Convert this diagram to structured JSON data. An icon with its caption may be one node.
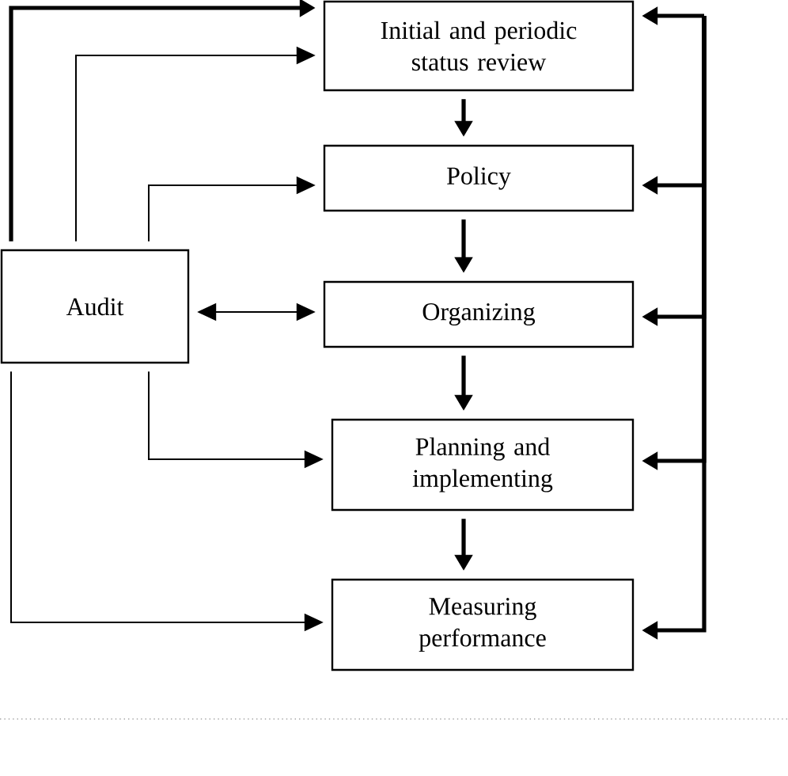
{
  "diagram": {
    "nodes": [
      {
        "text": [
          "Initial and periodic status review"
        ]
      },
      {
        "text": [
          "Policy"
        ]
      },
      {
        "text": [
          "Organizing"
        ]
      },
      {
        "text": [
          "Planning and implementing"
        ]
      },
      {
        "text": [
          "Measuring performance"
        ]
      },
      {
        "text": [
          "Audit"
        ]
      }
    ],
    "edges": [
      {
        "from": 5,
        "to": 0,
        "arrow": "to"
      },
      {
        "from": 5,
        "to": 0,
        "arrow": "to"
      },
      {
        "from": 5,
        "to": 1,
        "arrow": "to"
      },
      {
        "from": 5,
        "to": 2,
        "arrow": "both"
      },
      {
        "from": 5,
        "to": 3,
        "arrow": "to"
      },
      {
        "from": 5,
        "to": 4,
        "arrow": "to"
      },
      {
        "from": 0,
        "to": 1,
        "arrow": "to"
      },
      {
        "from": 1,
        "to": 2,
        "arrow": "to"
      },
      {
        "from": 2,
        "to": 3,
        "arrow": "to"
      },
      {
        "from": 3,
        "to": 4,
        "arrow": "to"
      },
      {
        "from": null,
        "to": 0,
        "arrow": "to"
      },
      {
        "from": null,
        "to": 1,
        "arrow": "to"
      },
      {
        "from": null,
        "to": 2,
        "arrow": "to"
      },
      {
        "from": null,
        "to": 3,
        "arrow": "to"
      },
      {
        "from": null,
        "to": 4,
        "arrow": "to"
      }
    ]
  }
}
